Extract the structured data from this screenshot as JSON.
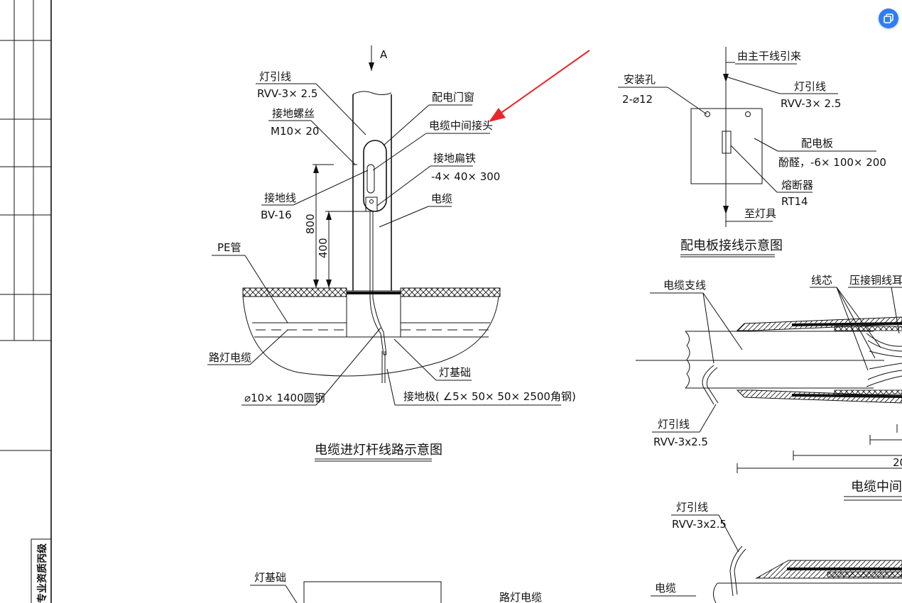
{
  "left_panel": {
    "vertical_text": "专业资质丙级"
  },
  "pole_diagram": {
    "title": "电缆进灯杆线路示意图",
    "arrow_label": "A",
    "labels": {
      "lamp_wire": "灯引线",
      "lamp_wire_spec": "RVV-3× 2.5",
      "ground_screw": "接地螺丝",
      "ground_screw_spec": "M10× 20",
      "ground_wire": "接地线",
      "ground_wire_spec": "BV-16",
      "pe_pipe": "PE管",
      "street_cable": "路灯电缆",
      "steel_rod": "⌀10× 1400圆钢",
      "door": "配电门窗",
      "joint": "电缆中间接头",
      "flat_iron": "接地扁铁",
      "flat_iron_spec": "-4× 40× 300",
      "cable": "电缆",
      "foundation": "灯基础",
      "ground_plate": "接地极( ∠5× 50× 50× 2500角钢)"
    },
    "dim_800": "800",
    "dim_400": "400"
  },
  "board_diagram": {
    "title": "配电板接线示意图",
    "labels": {
      "from_main": "由主干线引来",
      "hole": "安装孔",
      "hole_spec": "2-⌀12",
      "lamp_wire": "灯引线",
      "lamp_wire_spec": "RVV-3× 2.5",
      "board": "配电板",
      "board_spec": "酚醛，-6× 100× 200",
      "fuse": "熔断器",
      "fuse_spec": "RT14",
      "to_lamp": "至灯具"
    }
  },
  "joint_diagram": {
    "title": "电缆中间接",
    "labels": {
      "branch": "电缆支线",
      "core": "线芯",
      "lug": "压接铜线耳",
      "lamp_wire": "灯引线",
      "lamp_wire_spec": "RVV-3x2.5",
      "dim_partial": "20"
    }
  },
  "bottom_partial": {
    "lamp_wire": "灯引线",
    "lamp_wire_spec": "RVV-3x2.5",
    "cable": "电缆",
    "foundation": "灯基础",
    "street_cable": "路灯电缆"
  },
  "annotation": {
    "arrow_color": "#e8262b"
  },
  "colors": {
    "button": "#2f7cf6"
  },
  "floating_button": {
    "icon": "copy-icon"
  }
}
